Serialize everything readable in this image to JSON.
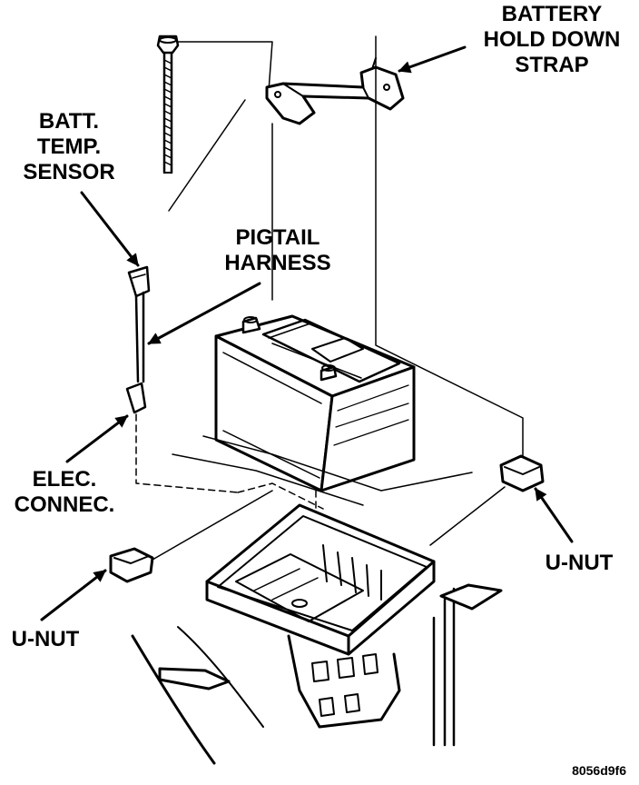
{
  "labels": {
    "hold_down_strap": [
      "BATTERY",
      "HOLD DOWN",
      "STRAP"
    ],
    "temp_sensor": [
      "BATT.",
      "TEMP.",
      "SENSOR"
    ],
    "pigtail_harness": [
      "PIGTAIL",
      "HARNESS"
    ],
    "elec_connector": [
      "ELEC.",
      "CONNEC."
    ],
    "u_nut_right": [
      "U-NUT"
    ],
    "u_nut_left": [
      "U-NUT"
    ]
  },
  "figure_code": "8056d9f6",
  "colors": {
    "ink": "#000000",
    "paper": "#ffffff"
  }
}
